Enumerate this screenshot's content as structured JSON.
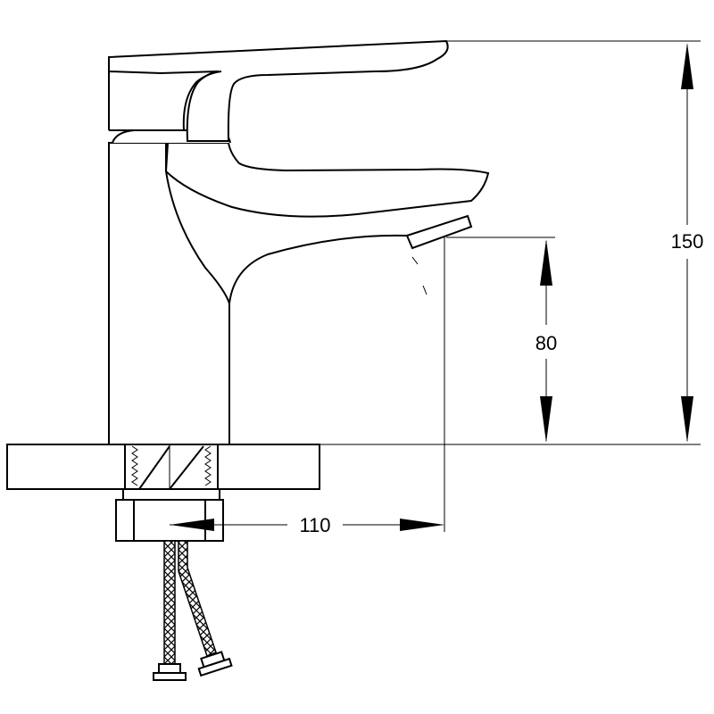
{
  "diagram": {
    "dimensions": {
      "height_total": "150",
      "spout_height": "80",
      "spout_reach": "110"
    },
    "colors": {
      "line": "#000000",
      "background": "#ffffff"
    }
  }
}
